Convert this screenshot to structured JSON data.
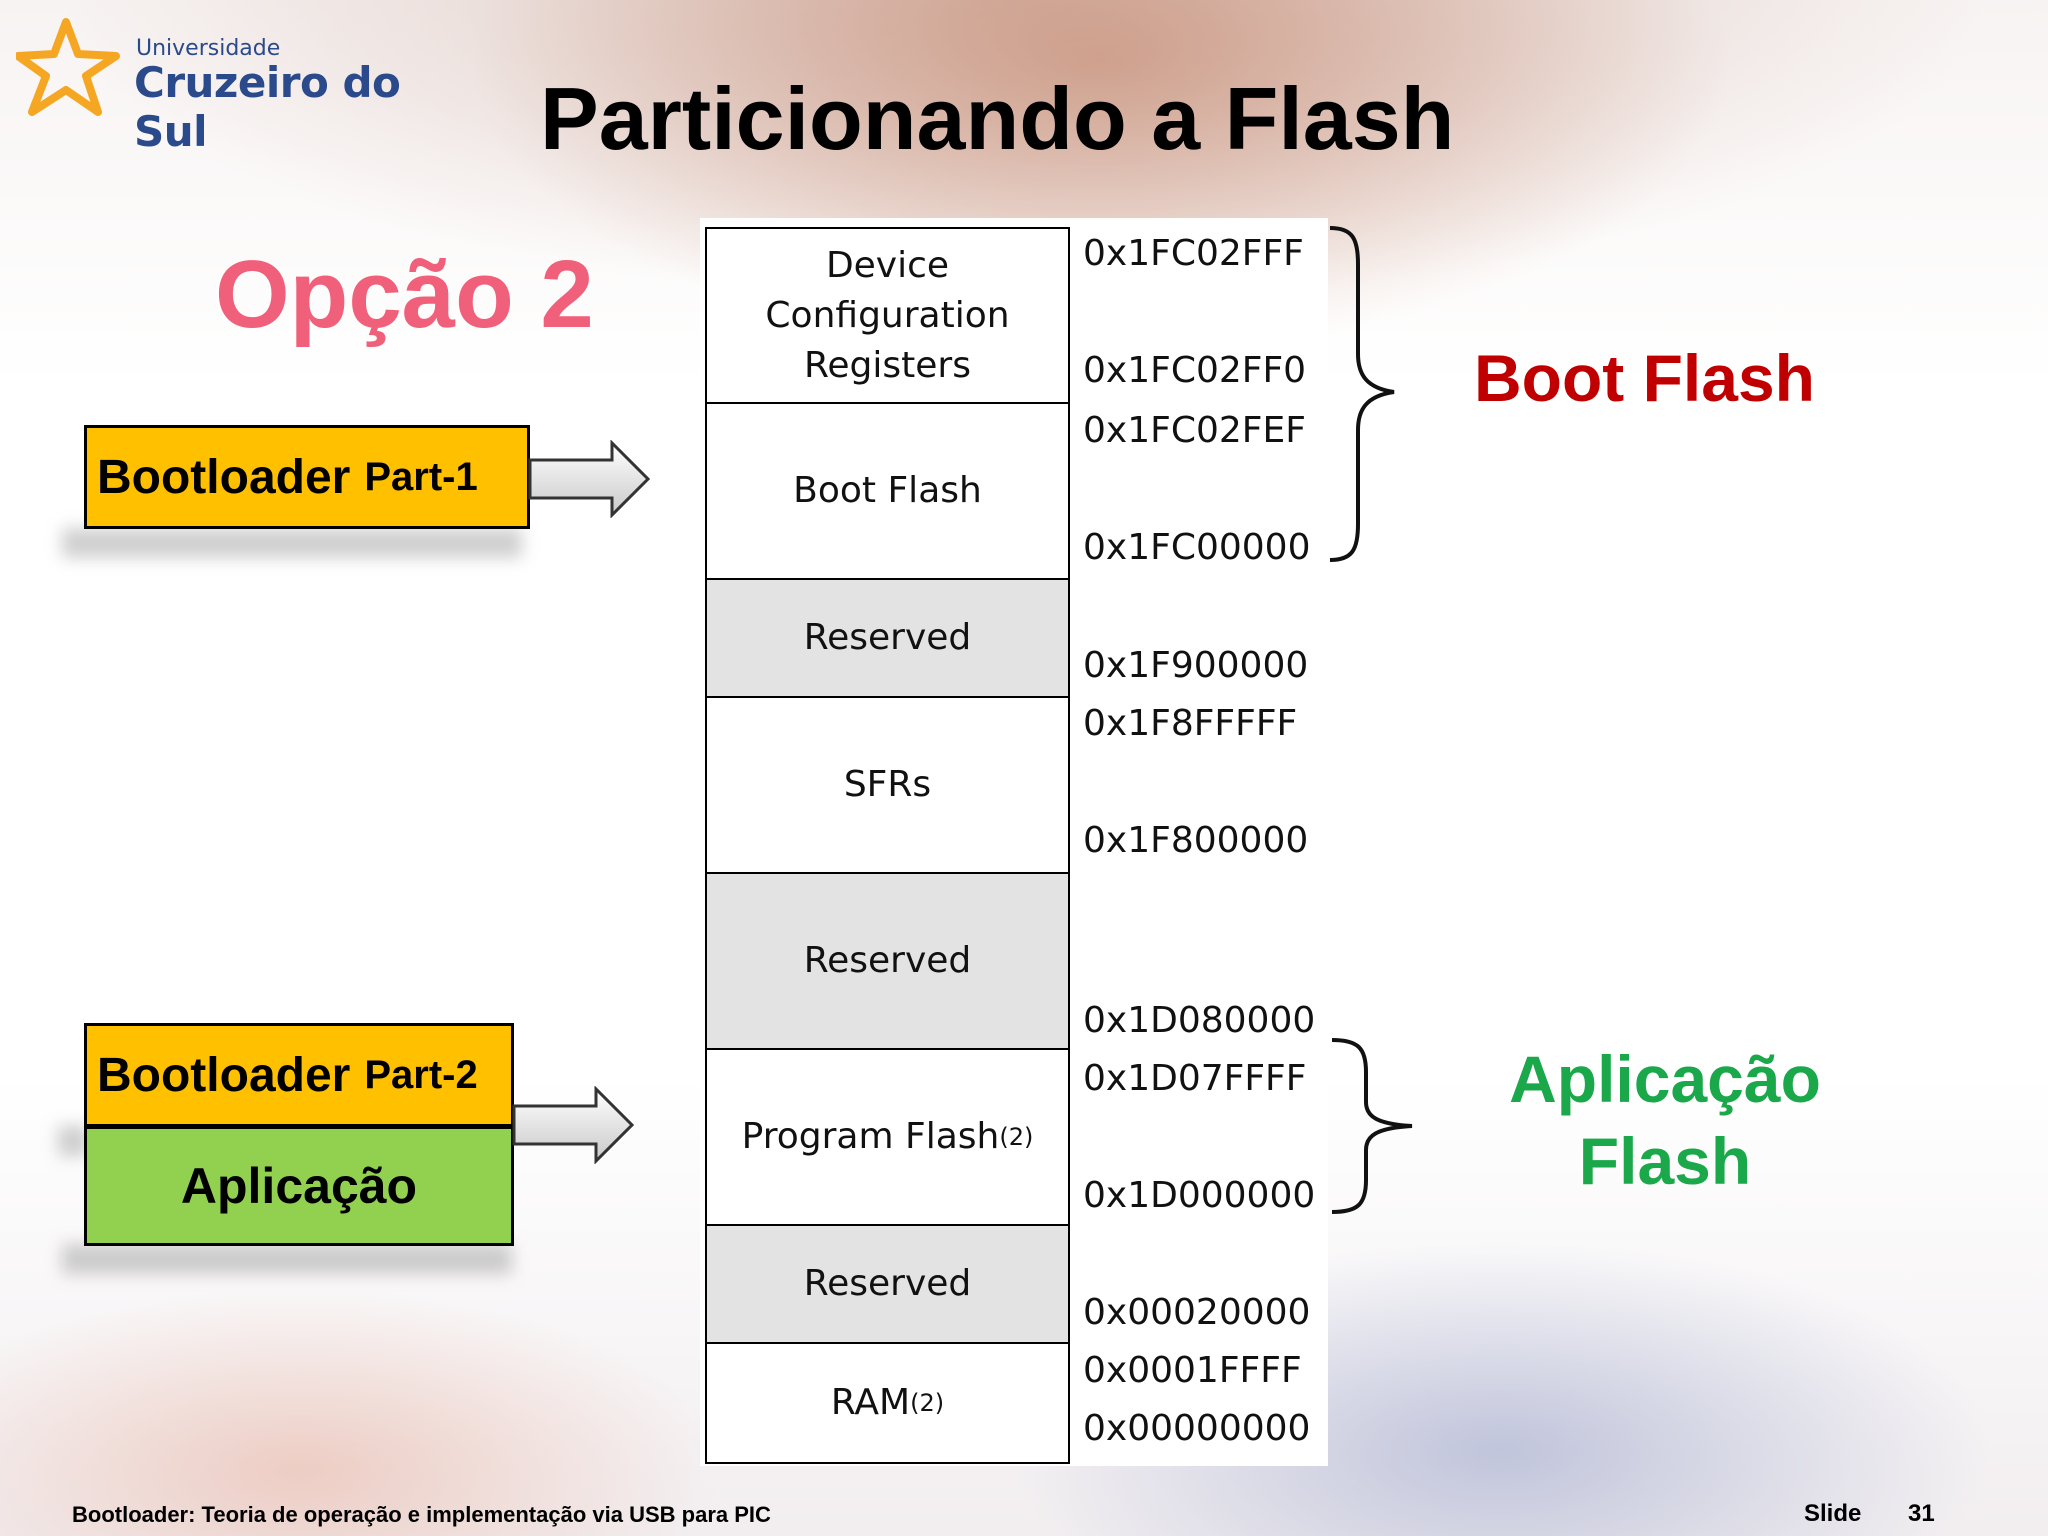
{
  "logo": {
    "line1": "Universidade",
    "line2": "Cruzeiro do Sul"
  },
  "title": "Particionando a Flash",
  "option": "Opção 2",
  "left_boxes": {
    "part1_main": "Bootloader",
    "part1_sub": "Part-1",
    "part2_main": "Bootloader",
    "part2_sub": "Part-2",
    "app": "Aplicação"
  },
  "memory_map": {
    "rows": [
      {
        "label": "Device Configuration Registers",
        "sup": "",
        "shaded": false
      },
      {
        "label": "Boot Flash",
        "sup": "",
        "shaded": false
      },
      {
        "label": "Reserved",
        "sup": "",
        "shaded": true
      },
      {
        "label": "SFRs",
        "sup": "",
        "shaded": false
      },
      {
        "label": "Reserved",
        "sup": "",
        "shaded": true
      },
      {
        "label": "Program Flash",
        "sup": "(2)",
        "shaded": false
      },
      {
        "label": "Reserved",
        "sup": "",
        "shaded": true
      },
      {
        "label": "RAM",
        "sup": "(2)",
        "shaded": false
      }
    ],
    "addresses": [
      "0x1FC02FFF",
      "0x1FC02FF0",
      "0x1FC02FEF",
      "0x1FC00000",
      "0x1F900000",
      "0x1F8FFFFF",
      "0x1F800000",
      "0x1D080000",
      "0x1D07FFFF",
      "0x1D000000",
      "0x00020000",
      "0x0001FFFF",
      "0x00000000"
    ]
  },
  "labels": {
    "boot_flash": "Boot Flash",
    "app_line1": "Aplicação",
    "app_line2": "Flash"
  },
  "footer": {
    "text": "Bootloader: Teoria de operação e implementação via USB para PIC",
    "slide_label": "Slide",
    "slide_number": "31"
  },
  "colors": {
    "option": "#f0607a",
    "boot_flash": "#c00000",
    "app_flash": "#1aa84a",
    "bootloader_box": "#ffc000",
    "app_box": "#92d050",
    "logo": "#2b4a8b",
    "logo_star": "#f5a623"
  }
}
